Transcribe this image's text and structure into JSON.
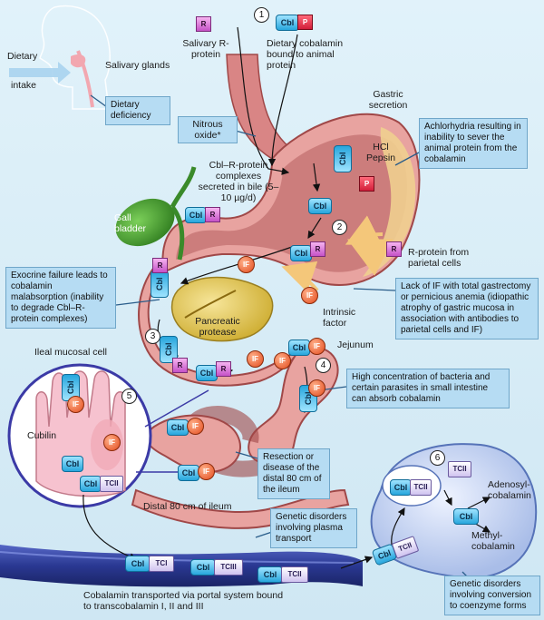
{
  "labels": {
    "dietary": "Dietary",
    "intake": "intake",
    "salivary_glands": "Salivary glands",
    "salivary_rprotein": "Salivary R-protein",
    "dietary_cobalamin": "Dietary cobalamin bound to animal protein",
    "gastric_secretion": "Gastric secretion",
    "hcl_pepsin": "HCl Pepsin",
    "nitrous_oxide": "Nitrous oxide*",
    "cbl_r_complexes": "Cbl–R-protein complexes secreted in bile (5–10 µg/d)",
    "gall_bladder": "Gall bladder",
    "rprotein_parietal": "R-protein from parietal cells",
    "intrinsic_factor": "Intrinsic factor",
    "pancreatic_protease": "Pancreatic protease",
    "jejunum": "Jejunum",
    "ileal_mucosal_cell": "Ileal mucosal cell",
    "cubilin": "Cubilin",
    "distal_ileum": "Distal 80 cm of ileum",
    "adenosyl": "Adenosyl-cobalamin",
    "methyl": "Methyl-cobalamin",
    "portal": "Cobalamin transported via portal system bound to transcobalamin I, II and III"
  },
  "boxes": {
    "dietary_deficiency": "Dietary deficiency",
    "achlorhydria": "Achlorhydria resulting in inability to sever the animal protein from the cobalamin",
    "exocrine_failure": "Exocrine failure leads to cobalamin malabsorption (inability to degrade Cbl–R-protein complexes)",
    "lack_if": "Lack of IF with total gastrectomy or pernicious anemia (idiopathic atrophy of gastric mucosa in association with antibodies to parietal cells and IF)",
    "high_bacteria": "High concentration of bacteria and certain parasites in small intestine can absorb cobalamin",
    "resection": "Resection or disease of the distal 80 cm of the ileum",
    "genetic_plasma": "Genetic disorders involving plasma transport",
    "genetic_coenzyme": "Genetic disorders involving conversion to coenzyme forms"
  },
  "steps": [
    "1",
    "2",
    "3",
    "4",
    "5",
    "6"
  ],
  "molecules": {
    "cbl": "Cbl",
    "r": "R",
    "p": "P",
    "if": "IF",
    "tc1": "TCI",
    "tc2": "TCII",
    "tc3": "TCIII"
  },
  "colors": {
    "background": "#d6ecf6",
    "box_fill": "#b6dcf3",
    "stomach": "#e8a3a0",
    "gallbladder": "#3f9a2c",
    "pancreas": "#e6cd52",
    "blood_vessel": "#2e3f9e",
    "ileal_cell": "#f6c2cf",
    "cell_6": "#c9d8f5",
    "cbl": "#27a6dd",
    "r_protein": "#c552c7",
    "intrinsic_factor": "#e24a1c",
    "pepsin": "#d21e3a",
    "transcobalamin": "#cfc3f0"
  }
}
